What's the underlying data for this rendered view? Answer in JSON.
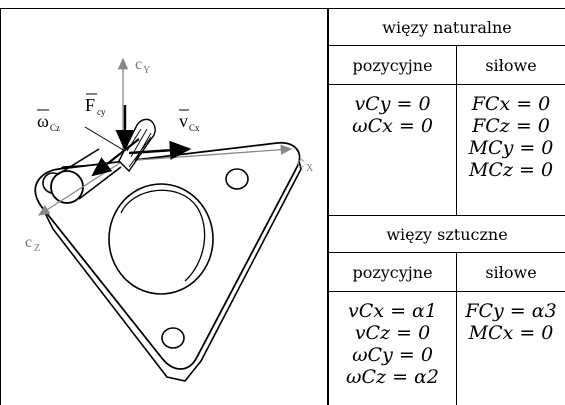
{
  "figure": {
    "labels": {
      "cy": "c",
      "cy_sub": "Y",
      "cx": "c",
      "cx_sub": "X",
      "cz": "c",
      "cz_sub": "Z",
      "force": "F",
      "force_sub": "cy",
      "velocity": "v",
      "velocity_sub": "Cx",
      "omega": "ω",
      "omega_sub": "Cz"
    }
  },
  "table": {
    "natural_header": "więzy naturalne",
    "artificial_header": "więzy sztuczne",
    "positional_label": "pozycyjne",
    "force_label": "siłowe",
    "natural_positional": [
      "vCy = 0",
      "ωCx = 0"
    ],
    "natural_force": [
      "FCx = 0",
      "FCz = 0",
      "MCy = 0",
      "MCz = 0"
    ],
    "artificial_positional": [
      "vCx = α1",
      "vCz = 0",
      "ωCy = 0",
      "ωCz = α2"
    ],
    "artificial_force": [
      "FCy = α3",
      "MCx = 0"
    ]
  }
}
